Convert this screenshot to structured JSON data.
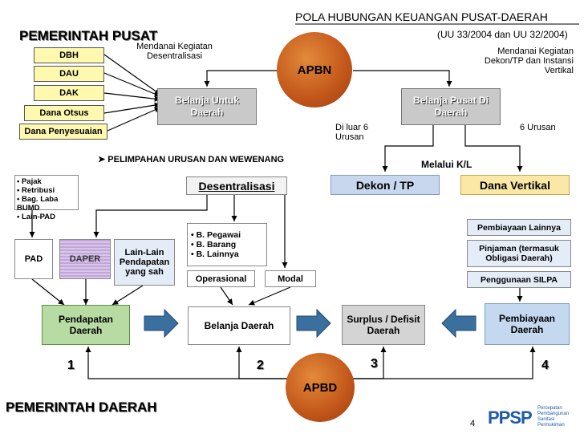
{
  "title": "POLA HUBUNGAN KEUANGAN PUSAT-DAERAH",
  "subtitle": "(UU 33/2004 dan UU 32/2004)",
  "pemerintah_pusat": "PEMERINTAH PUSAT",
  "pemerintah_daerah": "PEMERINTAH DAERAH",
  "transfers": [
    "DBH",
    "DAU",
    "DAK",
    "Dana Otsus",
    "Dana Penyesuaian"
  ],
  "mendanai_desentralisasi": "Mendanai Kegiatan Desentralisasi",
  "mendanai_dekon": "Mendanai Kegiatan Dekon/TP dan Instansi Vertikal",
  "apbn": "APBN",
  "apbd": "APBD",
  "belanja_untuk_daerah": "Belanja Untuk Daerah",
  "belanja_pusat_di_daerah": "Belanja Pusat Di Daerah",
  "di_luar": "Di luar 6 Urusan",
  "enam_urusan": "6 Urusan",
  "pelimpahan": "PELIMPAHAN URUSAN DAN WEWENANG",
  "melalui": "Melalui K/L",
  "desentralisasi": "Desentralisasi",
  "dekon_tp": "Dekon / TP",
  "dana_vertikal": "Dana Vertikal",
  "pad_items": [
    "Pajak",
    "Retribusi",
    "Bag. Laba BUMD",
    "Lain-PAD"
  ],
  "pad": "PAD",
  "daper": "DAPER",
  "lain_lain": "Lain-Lain Pendapatan yang sah",
  "belanja_items": [
    "B. Pegawai",
    "B. Barang",
    "B. Lainnya"
  ],
  "operasional": "Operasional",
  "modal": "Modal",
  "pembiayaan_items": [
    "Pembiayaan Lainnya",
    "Pinjaman (termasuk Obligasi Daerah)",
    "Penggunaan SILPA"
  ],
  "pendapatan_daerah": "Pendapatan Daerah",
  "belanja_daerah": "Belanja Daerah",
  "surplus": "Surplus / Defisit Daerah",
  "pembiayaan_daerah": "Pembiayaan Daerah",
  "numbers": [
    "1",
    "2",
    "3",
    "4"
  ],
  "page_number": "4",
  "logo_text": "PPSP",
  "logo_caption": "Percepatan Pembangunan Sanitasi Permukiman"
}
